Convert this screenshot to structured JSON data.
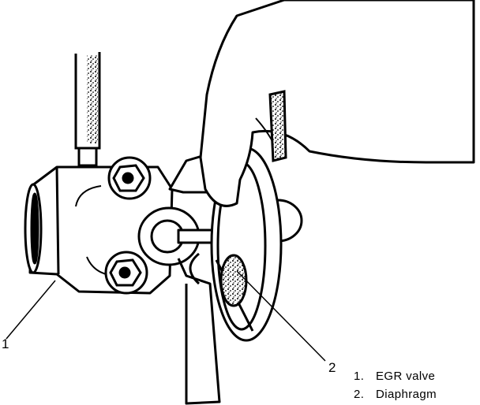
{
  "callouts": [
    {
      "number": "1",
      "part": "EGR valve"
    },
    {
      "number": "2",
      "part": "Diaphragm"
    }
  ],
  "legend": [
    {
      "number": "1.",
      "label": "EGR valve"
    },
    {
      "number": "2.",
      "label": "Diaphragm"
    }
  ],
  "colors": {
    "ink": "#000000",
    "paper": "#ffffff"
  }
}
